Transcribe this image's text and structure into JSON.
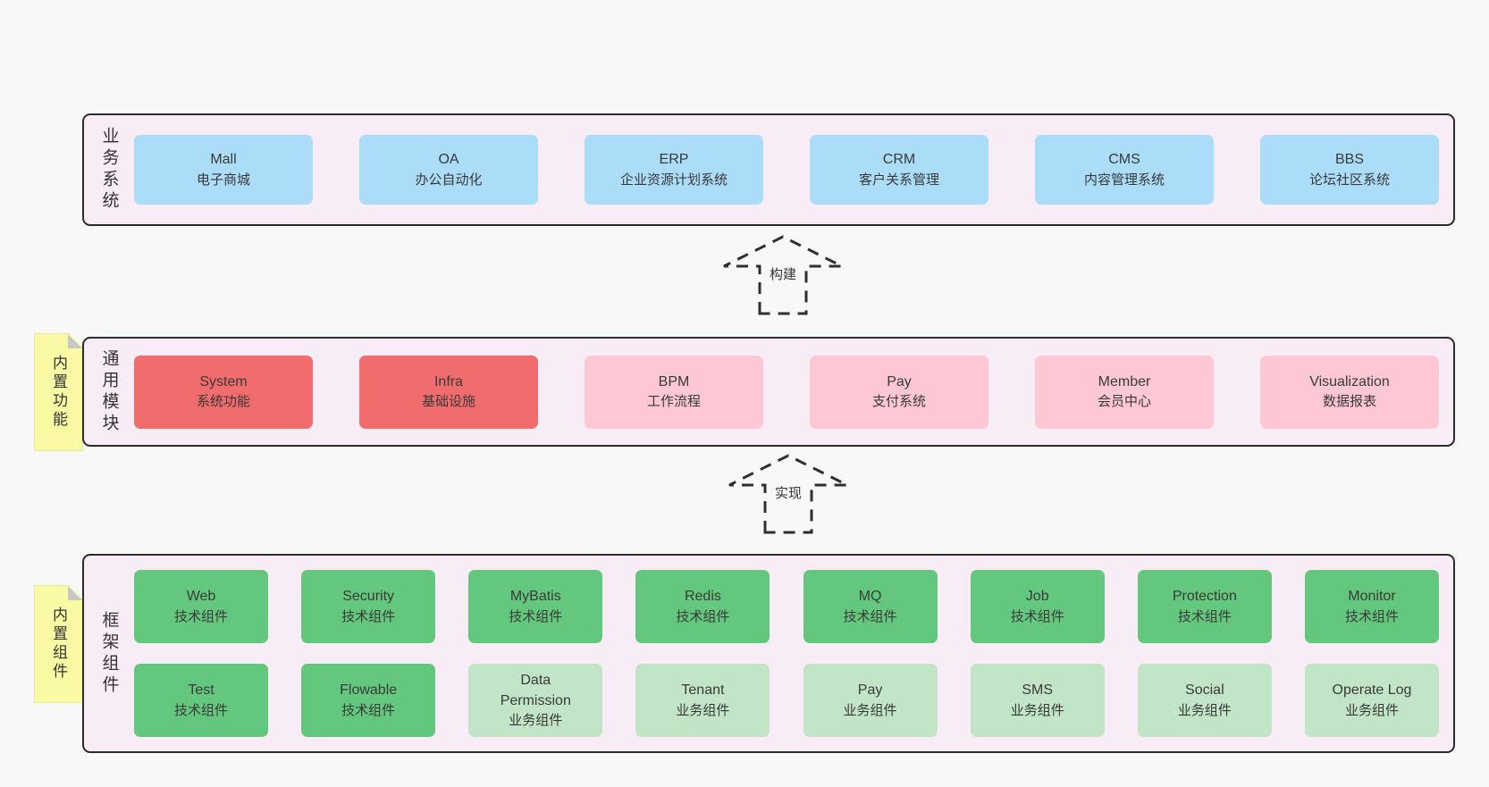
{
  "colors": {
    "page_bg": "#f8f8f8",
    "section_bg": "#f8edf6",
    "section_border": "#2b2b2b",
    "node_blue": "#abdcf8",
    "node_red": "#f16c6c",
    "node_pink": "#fdc8d3",
    "node_green": "#63c87d",
    "node_light_green": "#c1e5c6",
    "sticky_yellow": "#fafaa5",
    "text": "#3a3a3a"
  },
  "arrows": [
    {
      "label": "构建"
    },
    {
      "label": "实现"
    }
  ],
  "sections": [
    {
      "label": "业务系统",
      "boxes": [
        {
          "line1": "Mall",
          "line2": "电子商城"
        },
        {
          "line1": "OA",
          "line2": "办公自动化"
        },
        {
          "line1": "ERP",
          "line2": "企业资源计划系统"
        },
        {
          "line1": "CRM",
          "line2": "客户关系管理"
        },
        {
          "line1": "CMS",
          "line2": "内容管理系统"
        },
        {
          "line1": "BBS",
          "line2": "论坛社区系统"
        }
      ]
    },
    {
      "label": "通用模块",
      "sticky": "内置功能",
      "boxes": [
        {
          "line1": "System",
          "line2": "系统功能"
        },
        {
          "line1": "Infra",
          "line2": "基础设施"
        },
        {
          "line1": "BPM",
          "line2": "工作流程"
        },
        {
          "line1": "Pay",
          "line2": "支付系统"
        },
        {
          "line1": "Member",
          "line2": "会员中心"
        },
        {
          "line1": "Visualization",
          "line2": "数据报表"
        }
      ]
    },
    {
      "label": "框架组件",
      "sticky": "内置组件",
      "rows": [
        [
          {
            "line1": "Web",
            "line2": "技术组件"
          },
          {
            "line1": "Security",
            "line2": "技术组件"
          },
          {
            "line1": "MyBatis",
            "line2": "技术组件"
          },
          {
            "line1": "Redis",
            "line2": "技术组件"
          },
          {
            "line1": "MQ",
            "line2": "技术组件"
          },
          {
            "line1": "Job",
            "line2": "技术组件"
          },
          {
            "line1": "Protection",
            "line2": "技术组件"
          },
          {
            "line1": "Monitor",
            "line2": "技术组件"
          }
        ],
        [
          {
            "line1": "Test",
            "line2": "技术组件"
          },
          {
            "line1": "Flowable",
            "line2": "技术组件"
          },
          {
            "line1": "Data\nPermission",
            "line2": "业务组件"
          },
          {
            "line1": "Tenant",
            "line2": "业务组件"
          },
          {
            "line1": "Pay",
            "line2": "业务组件"
          },
          {
            "line1": "SMS",
            "line2": "业务组件"
          },
          {
            "line1": "Social",
            "line2": "业务组件"
          },
          {
            "line1": "Operate Log",
            "line2": "业务组件"
          }
        ]
      ]
    }
  ]
}
